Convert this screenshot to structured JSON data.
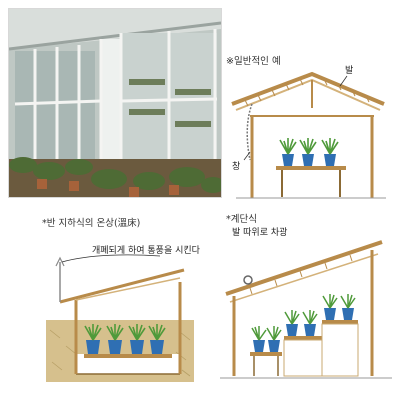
{
  "panels": {
    "general": {
      "title": "※일반적인 예",
      "label_roof": "발",
      "label_window": "창"
    },
    "semi_underground": {
      "title": "*반 지하식의 온상(溫床)",
      "note": "개폐되게 하여 통풍을 시킨다"
    },
    "stepped": {
      "title": "*계단식",
      "note": "발 따위로 차광"
    }
  },
  "colors": {
    "wood": "#b88b4a",
    "wood_dark": "#8b6a35",
    "pot": "#2f6fb3",
    "leaf": "#4f9a3a",
    "soil": "#d6c08d"
  }
}
